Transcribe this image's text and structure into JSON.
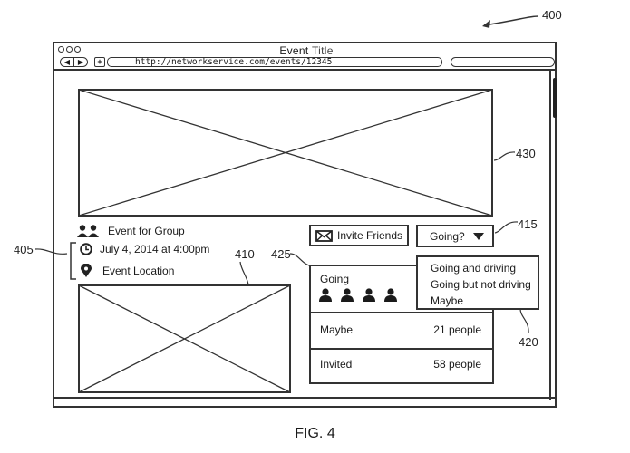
{
  "figure_ref": "400",
  "figure_caption": "FIG. 4",
  "window": {
    "title_part1": "Event",
    "title_part2": "Title",
    "url": "http://networkservice.com/events/12345",
    "nav_back": "◀",
    "nav_forward": "▶",
    "add_tab": "+"
  },
  "refs": {
    "banner": "430",
    "info": "405",
    "thumb": "410",
    "list": "425",
    "rsvp": "415",
    "menu": "420"
  },
  "event": {
    "group_label": "Event for Group",
    "datetime": "July 4, 2014 at 4:00pm",
    "location": "Event Location"
  },
  "actions": {
    "invite_label": "Invite Friends",
    "rsvp_label": "Going?"
  },
  "attendance": {
    "going_label": "Going",
    "going_avatar_count": 4,
    "rows": [
      {
        "label": "Maybe",
        "count": "21 people"
      },
      {
        "label": "Invited",
        "count": "58 people"
      }
    ]
  },
  "rsvp_options": [
    "Going and driving",
    "Going but not driving",
    "Maybe"
  ],
  "colors": {
    "line": "#333333",
    "background": "#ffffff"
  }
}
